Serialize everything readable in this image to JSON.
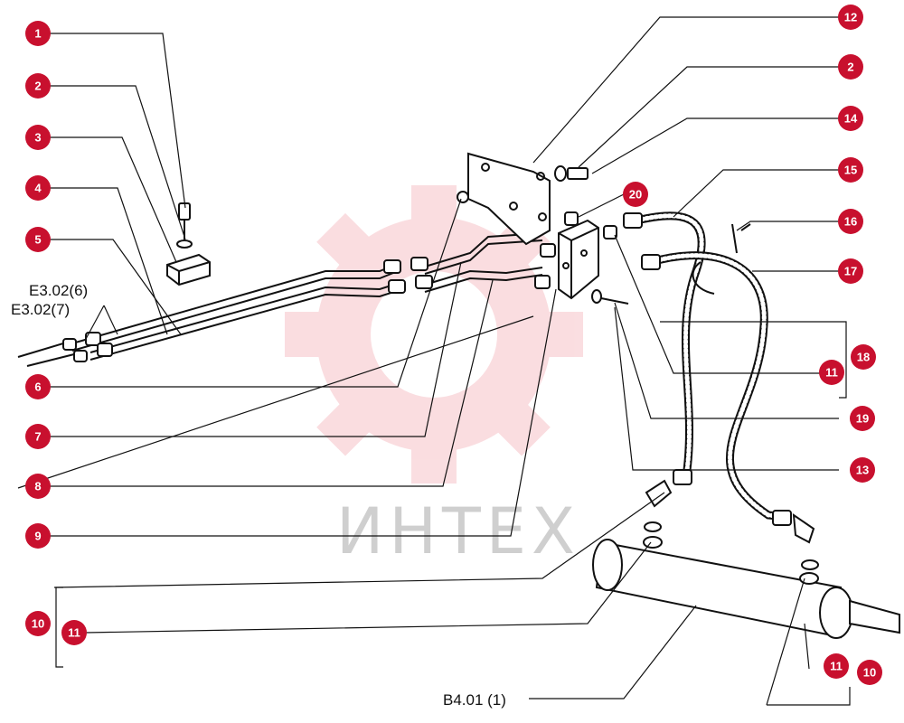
{
  "watermark": {
    "text": "ИНТЕХ",
    "color": "#f2a0a8"
  },
  "callout_color": "#c8102e",
  "references": [
    {
      "id": "ref-e302-6",
      "text": "E3.02(6)"
    },
    {
      "id": "ref-e302-7",
      "text": "E3.02(7)"
    },
    {
      "id": "ref-b401-1",
      "text": "B4.01 (1)"
    }
  ],
  "callouts": [
    {
      "label": "1"
    },
    {
      "label": "2"
    },
    {
      "label": "3"
    },
    {
      "label": "4"
    },
    {
      "label": "5"
    },
    {
      "label": "6"
    },
    {
      "label": "7"
    },
    {
      "label": "8"
    },
    {
      "label": "9"
    },
    {
      "label": "10"
    },
    {
      "label": "11"
    },
    {
      "label": "12"
    },
    {
      "label": "2"
    },
    {
      "label": "14"
    },
    {
      "label": "15"
    },
    {
      "label": "20"
    },
    {
      "label": "16"
    },
    {
      "label": "17"
    },
    {
      "label": "18"
    },
    {
      "label": "11"
    },
    {
      "label": "19"
    },
    {
      "label": "13"
    },
    {
      "label": "11"
    },
    {
      "label": "10"
    }
  ]
}
